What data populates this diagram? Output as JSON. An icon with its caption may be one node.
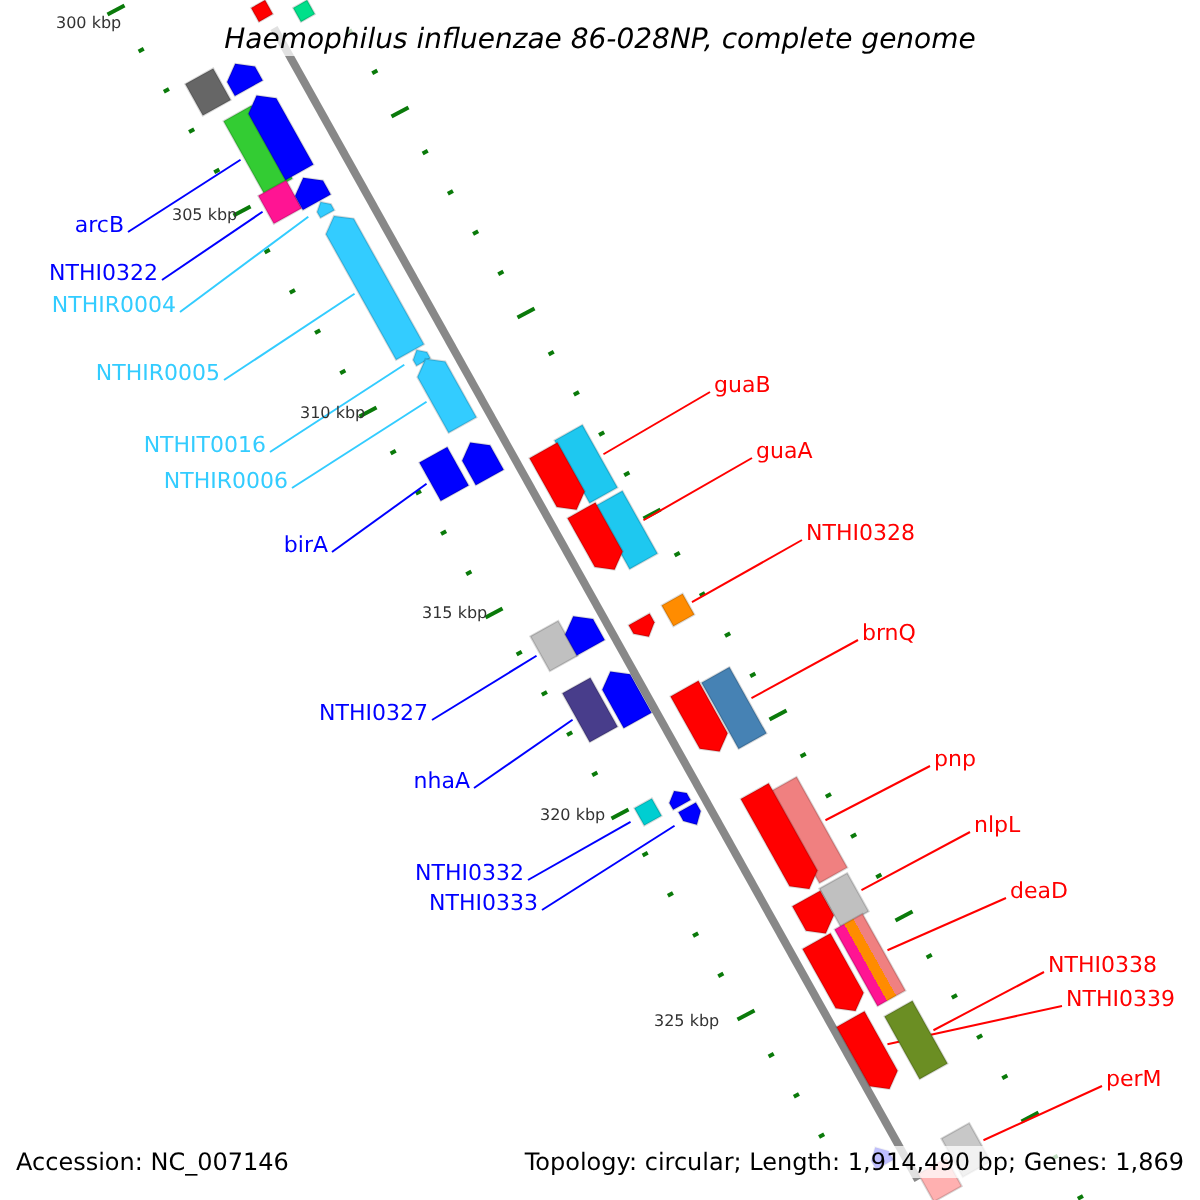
{
  "diagram": {
    "title": "Haemophilus influenzae 86-028NP, complete genome",
    "nodes": [
      {
        "text": [
          "arcB"
        ]
      },
      {
        "text": [],
        "shape": "box"
      },
      {
        "text": [
          "NTHI0322"
        ]
      },
      {
        "text": [],
        "shape": "box"
      },
      {
        "text": [
          "NTHIR0004"
        ]
      },
      {
        "text": [],
        "shape": "arrow"
      },
      {
        "text": [
          "NTHIR0005"
        ]
      },
      {
        "text": [],
        "shape": "arrow"
      },
      {
        "text": [
          "guaB"
        ]
      },
      {
        "text": [],
        "shape": "box"
      },
      {
        "text": [
          "NTHIT0016"
        ]
      },
      {
        "text": [],
        "shape": "arrow"
      },
      {
        "text": [
          "guaA"
        ]
      },
      {
        "text": [],
        "shape": "box"
      },
      {
        "text": [
          "NTHIR0006"
        ]
      },
      {
        "text": [],
        "shape": "arrow"
      },
      {
        "text": [
          "NTHI0328"
        ]
      },
      {
        "text": [],
        "shape": "box"
      },
      {
        "text": [
          "birA"
        ]
      },
      {
        "text": [],
        "shape": "box"
      },
      {
        "text": [
          "brnQ"
        ]
      },
      {
        "text": [],
        "shape": "box"
      },
      {
        "text": [
          "NTHI0327"
        ]
      },
      {
        "text": [],
        "shape": "box"
      },
      {
        "text": [
          "pnp"
        ]
      },
      {
        "text": [],
        "shape": "box"
      },
      {
        "text": [
          "nhaA"
        ]
      },
      {
        "text": [],
        "shape": "box"
      },
      {
        "text": [
          "nlpL"
        ]
      },
      {
        "text": [],
        "shape": "box"
      },
      {
        "text": [
          "NTHI0332"
        ]
      },
      {
        "text": [],
        "shape": "box"
      },
      {
        "text": [
          "deaD"
        ]
      },
      {
        "text": [],
        "shape": "box"
      },
      {
        "text": [
          "NTHI0333"
        ]
      },
      {
        "text": [],
        "shape": "arrow"
      },
      {
        "text": [
          "NTHI0338"
        ]
      },
      {
        "text": [],
        "shape": "box"
      },
      {
        "text": [
          "NTHI0339"
        ]
      },
      {
        "text": [],
        "shape": "arrow"
      },
      {
        "text": [
          "perM"
        ]
      },
      {
        "text": [],
        "shape": "box"
      },
      {
        "text": [],
        "shape": "box"
      },
      {
        "text": [],
        "shape": "box"
      },
      {
        "text": [],
        "shape": "arrow"
      },
      {
        "text": [],
        "shape": "box"
      },
      {
        "text": [],
        "shape": "arrow"
      },
      {
        "text": [],
        "shape": "arrow"
      },
      {
        "text": [],
        "shape": "arrow"
      },
      {
        "text": [],
        "shape": "arrow"
      },
      {
        "text": [],
        "shape": "arrow"
      },
      {
        "text": [],
        "shape": "arrow"
      },
      {
        "text": [],
        "shape": "arrow"
      },
      {
        "text": [],
        "shape": "arrow"
      },
      {
        "text": [],
        "shape": "arrow"
      },
      {
        "text": [],
        "shape": "arrow"
      },
      {
        "text": [],
        "shape": "arrow"
      },
      {
        "text": [],
        "shape": "arrow"
      },
      {
        "text": [],
        "shape": "arrow"
      },
      {
        "text": [],
        "shape": "arrow"
      },
      {
        "text": [],
        "shape": "box"
      }
    ],
    "edges": [
      {
        "from": 0,
        "to": 1,
        "arrow": "none",
        "color": "#0000ff"
      },
      {
        "from": 2,
        "to": 3,
        "arrow": "none",
        "color": "#0000ff"
      },
      {
        "from": 4,
        "to": 5,
        "arrow": "none",
        "color": "#33ccff"
      },
      {
        "from": 6,
        "to": 7,
        "arrow": "none",
        "color": "#33ccff"
      },
      {
        "from": 8,
        "to": 9,
        "arrow": "none"
      },
      {
        "from": 10,
        "to": 11,
        "arrow": "none",
        "color": "#33ccff"
      },
      {
        "from": 12,
        "to": 13,
        "arrow": "none"
      },
      {
        "from": 14,
        "to": 15,
        "arrow": "none",
        "color": "#33ccff"
      },
      {
        "from": 16,
        "to": 17,
        "arrow": "none"
      },
      {
        "from": 18,
        "to": 19,
        "arrow": "none",
        "color": "#0000ff"
      },
      {
        "from": 20,
        "to": 21,
        "arrow": "none"
      },
      {
        "from": 22,
        "to": 23,
        "arrow": "none",
        "color": "#0000ff"
      },
      {
        "from": 24,
        "to": 25,
        "arrow": "none"
      },
      {
        "from": 26,
        "to": 27,
        "arrow": "none",
        "color": "#0000ff"
      },
      {
        "from": 28,
        "to": 29,
        "arrow": "none"
      },
      {
        "from": 30,
        "to": 31,
        "arrow": "none",
        "color": "#0000ff"
      },
      {
        "from": 32,
        "to": 33,
        "arrow": "none"
      },
      {
        "from": 34,
        "to": 35,
        "arrow": "none",
        "color": "#0000ff"
      },
      {
        "from": 36,
        "to": 37,
        "arrow": "none"
      },
      {
        "from": 38,
        "to": 39,
        "arrow": "none"
      },
      {
        "from": 40,
        "to": 41,
        "arrow": "none"
      }
    ],
    "labels": [
      "300 kbp",
      "305 kbp",
      "310 kbp",
      "315 kbp",
      "320 kbp",
      "325 kbp",
      "Accession: NC_007146",
      "Topology: circular; Length: 1,914,490 bp; Genes: 1,869"
    ]
  }
}
